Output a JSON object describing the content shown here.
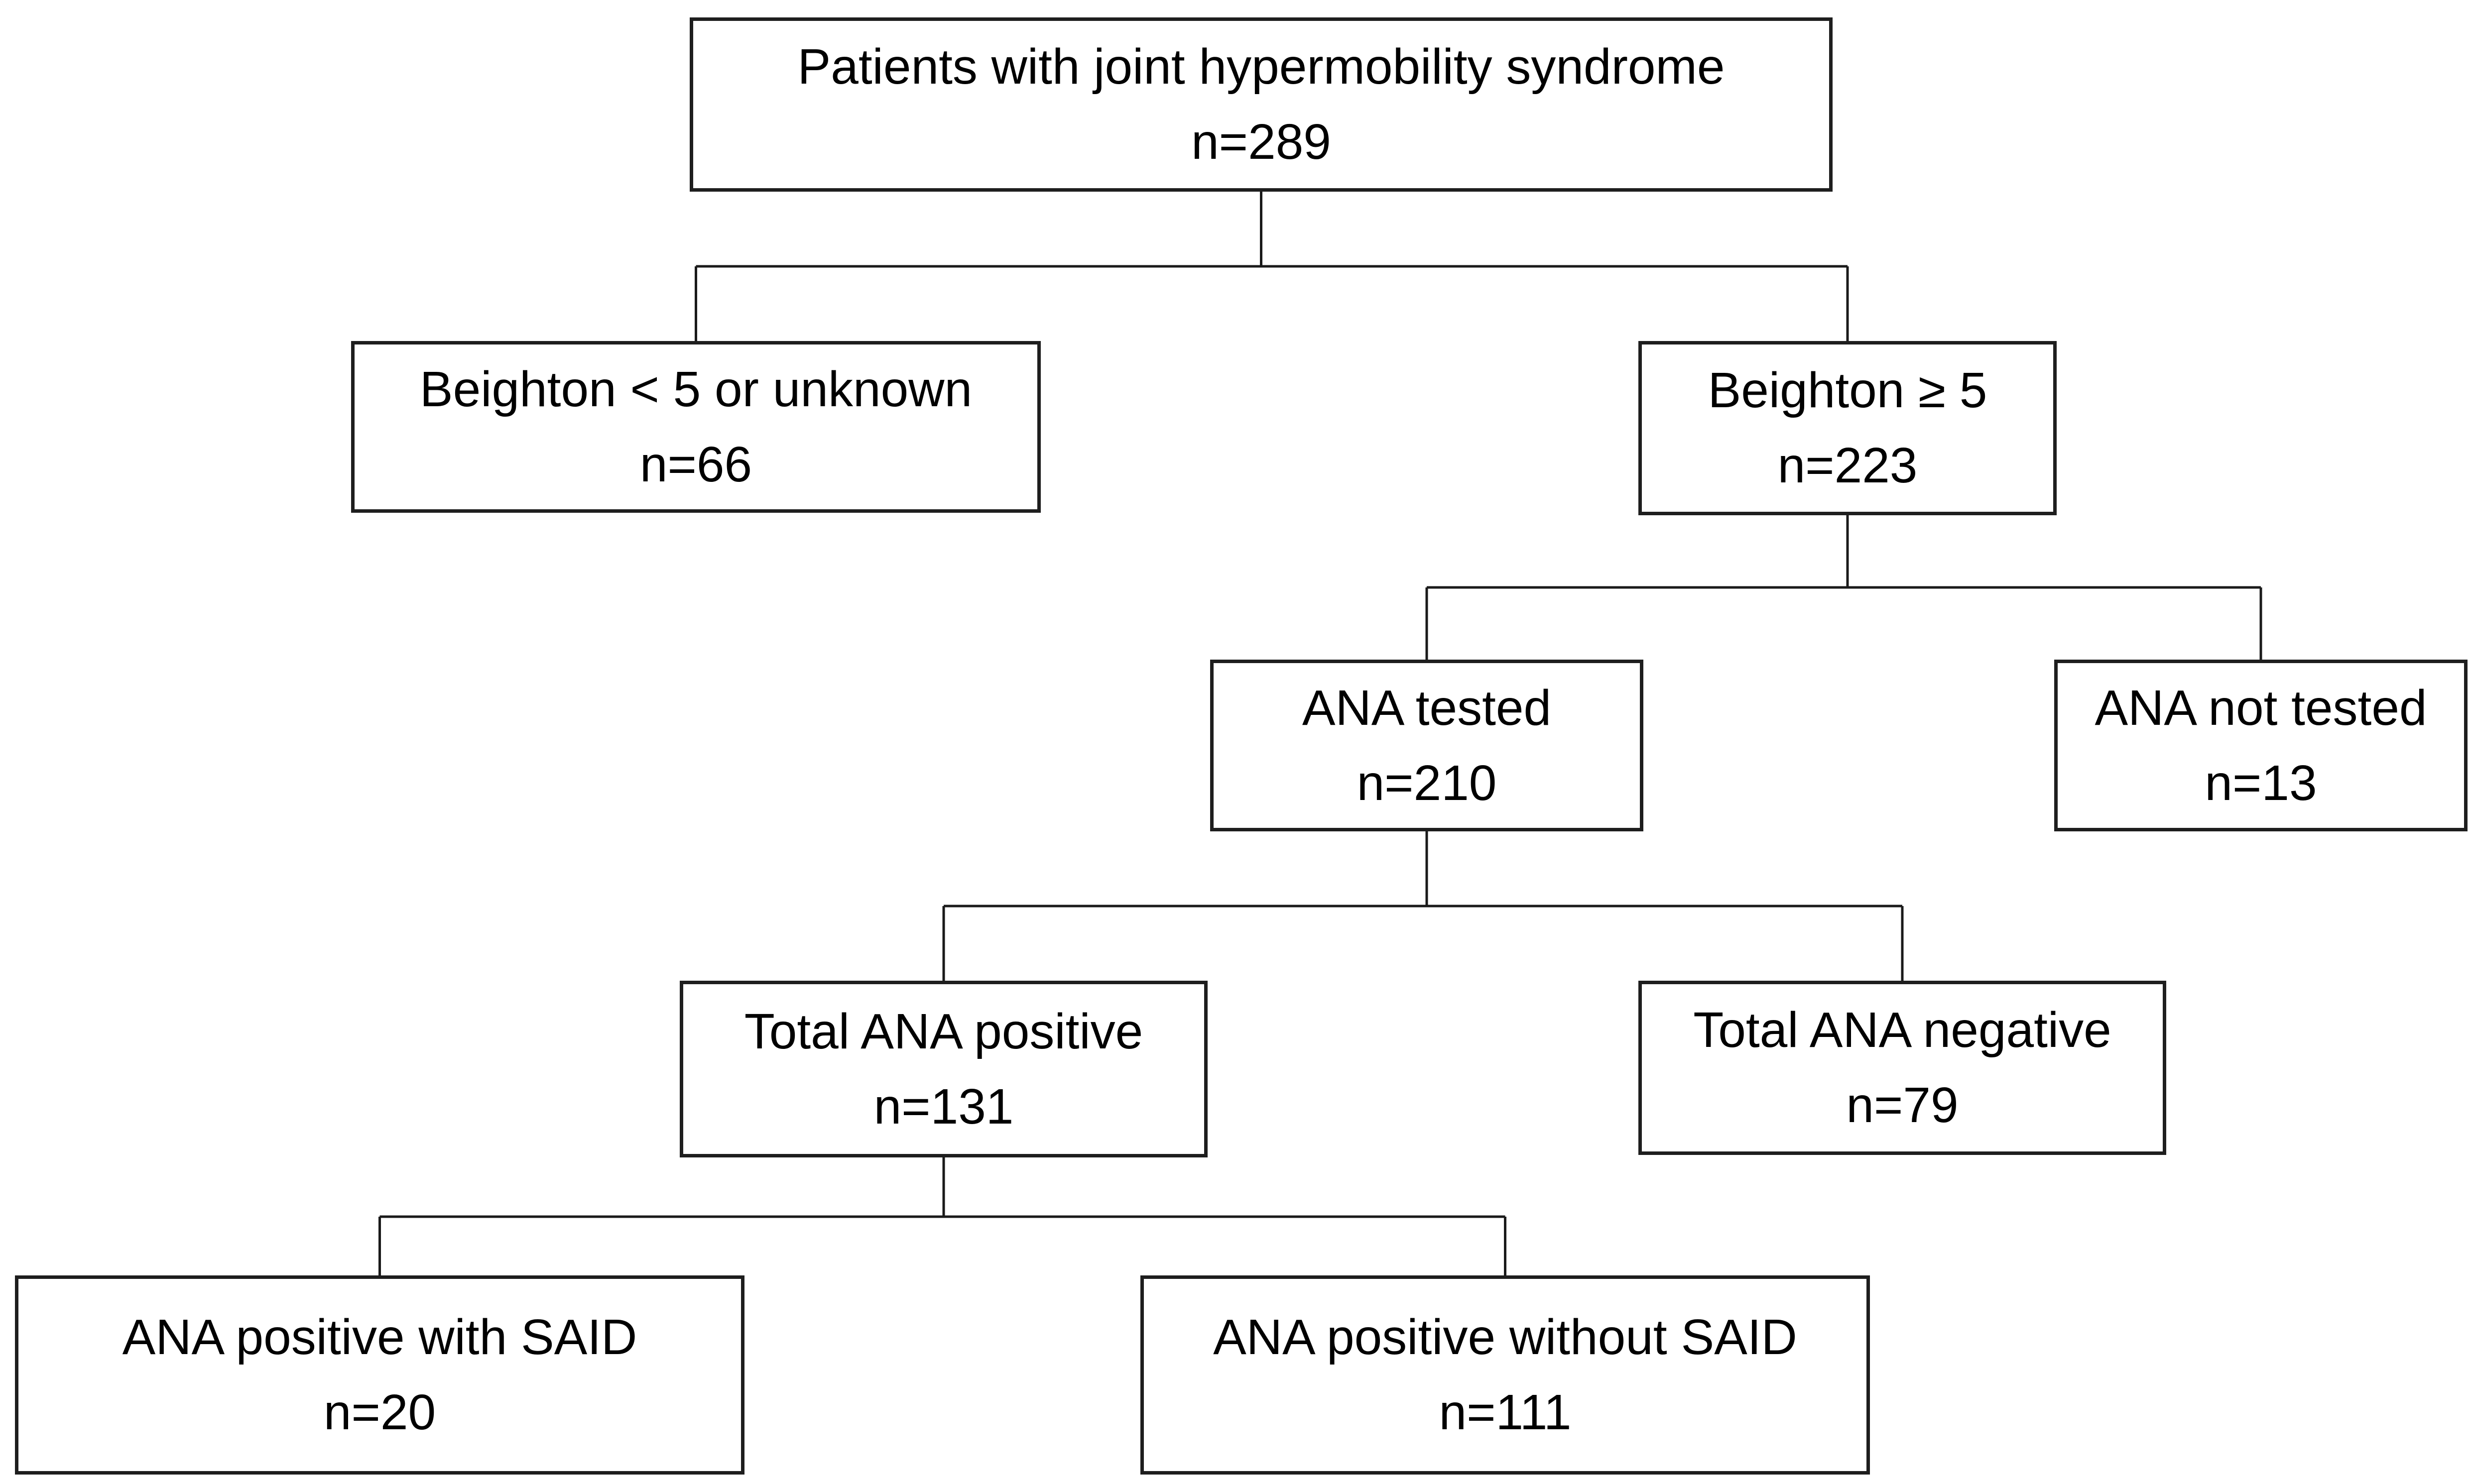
{
  "diagram": {
    "kind": "patient-flowchart",
    "line_color": "#1a1a1a",
    "nodes": [
      {
        "id": "root",
        "label": "Patients with joint hypermobility syndrome",
        "count": "n=289"
      },
      {
        "id": "beighton-low",
        "label": "Beighton < 5 or unknown",
        "count": "n=66"
      },
      {
        "id": "beighton-high",
        "label": "Beighton ≥ 5",
        "count": "n=223"
      },
      {
        "id": "ana-tested",
        "label": "ANA tested",
        "count": "n=210"
      },
      {
        "id": "ana-not-tested",
        "label": "ANA not tested",
        "count": "n=13"
      },
      {
        "id": "total-ana-positive",
        "label": "Total ANA positive",
        "count": "n=131"
      },
      {
        "id": "total-ana-negative",
        "label": "Total ANA negative",
        "count": "n=79"
      },
      {
        "id": "ana-positive-with-said",
        "label": "ANA positive with SAID",
        "count": "n=20"
      },
      {
        "id": "ana-positive-without-said",
        "label": "ANA positive without SAID",
        "count": "n=111"
      }
    ],
    "edges": [
      {
        "from": "root",
        "to": "beighton-low"
      },
      {
        "from": "root",
        "to": "beighton-high"
      },
      {
        "from": "beighton-high",
        "to": "ana-tested"
      },
      {
        "from": "beighton-high",
        "to": "ana-not-tested"
      },
      {
        "from": "ana-tested",
        "to": "total-ana-positive"
      },
      {
        "from": "ana-tested",
        "to": "total-ana-negative"
      },
      {
        "from": "total-ana-positive",
        "to": "ana-positive-with-said"
      },
      {
        "from": "total-ana-positive",
        "to": "ana-positive-without-said"
      }
    ]
  }
}
